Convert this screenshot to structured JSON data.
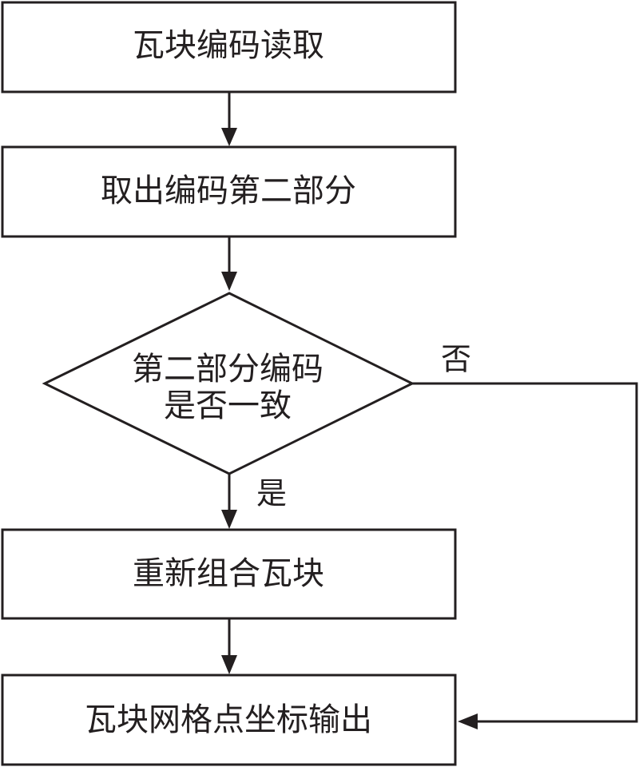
{
  "diagram": {
    "nodes": {
      "read_code": "瓦块编码读取",
      "extract_second_part": "取出编码第二部分",
      "decision_line1": "第二部分编码",
      "decision_line2": "是否一致",
      "regroup": "重新组合瓦块",
      "output": "瓦块网格点坐标输出"
    },
    "edge_labels": {
      "no": "否",
      "yes": "是"
    },
    "colors": {
      "stroke": "#231f20",
      "background": "#ffffff"
    }
  }
}
